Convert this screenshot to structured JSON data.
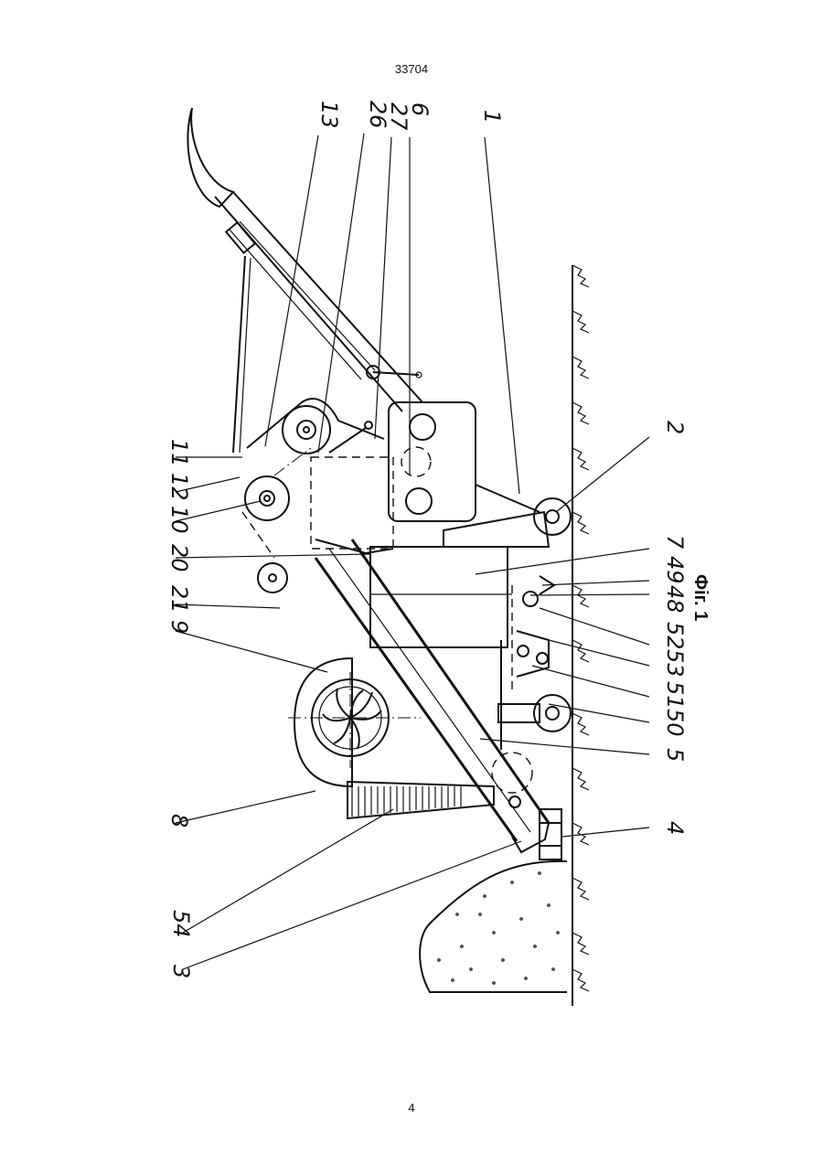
{
  "page": {
    "header_number": "33704",
    "footer_number": "4"
  },
  "figure": {
    "caption": "Фіг. 1",
    "labels": {
      "l1": "1",
      "l2": "2",
      "l3": "3",
      "l4": "4",
      "l5": "5",
      "l6": "6",
      "l7": "7",
      "l8": "8",
      "l9": "9",
      "l10": "10",
      "l11": "11",
      "l12": "12",
      "l13": "13",
      "l20": "20",
      "l21": "21",
      "l26": "26",
      "l27": "27",
      "l48": "48",
      "l49": "49",
      "l50": "50",
      "l51": "51",
      "l52": "52",
      "l53": "53",
      "l54": "54"
    }
  }
}
